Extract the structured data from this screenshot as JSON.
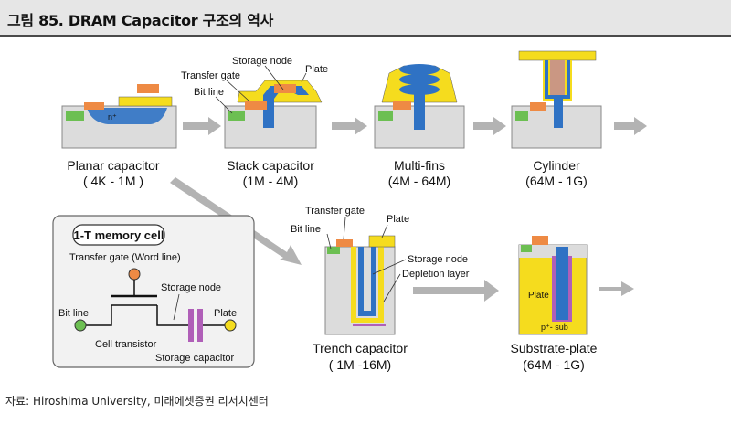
{
  "header": {
    "title": "그림 85. DRAM Capacitor 구조의 역사"
  },
  "source": "자료: Hiroshima University, 미래에셋증권 리서치센터",
  "stages": [
    {
      "name": "Planar capacitor",
      "range": "( 4K - 1M )"
    },
    {
      "name": "Stack capacitor",
      "range": "(1M - 4M)"
    },
    {
      "name": "Multi-fins",
      "range": "(4M - 64M)"
    },
    {
      "name": "Cylinder",
      "range": "(64M - 1G)"
    },
    {
      "name": "Trench capacitor",
      "range": "( 1M -16M)"
    },
    {
      "name": "Substrate-plate",
      "range": "(64M - 1G)"
    }
  ],
  "labels": {
    "storage_node": "Storage node",
    "plate": "Plate",
    "transfer_gate": "Transfer gate",
    "bit_line": "Bit line",
    "depletion_layer": "Depletion layer",
    "n_plus": "n⁺",
    "p_plus_sub": "p⁺- sub"
  },
  "cell": {
    "title": "1-T memory cell",
    "transfer_gate": "Transfer gate (Word line)",
    "storage_node": "Storage node",
    "bit_line": "Bit line",
    "plate": "Plate",
    "cell_transistor": "Cell transistor",
    "storage_capacitor": "Storage capacitor"
  },
  "colors": {
    "substrate": "#dcdcdc",
    "blue": "#2f72c4",
    "yellow": "#f5dc1e",
    "orange": "#ee8a44",
    "green": "#6cbf52",
    "arrow": "#b3b3b3"
  }
}
